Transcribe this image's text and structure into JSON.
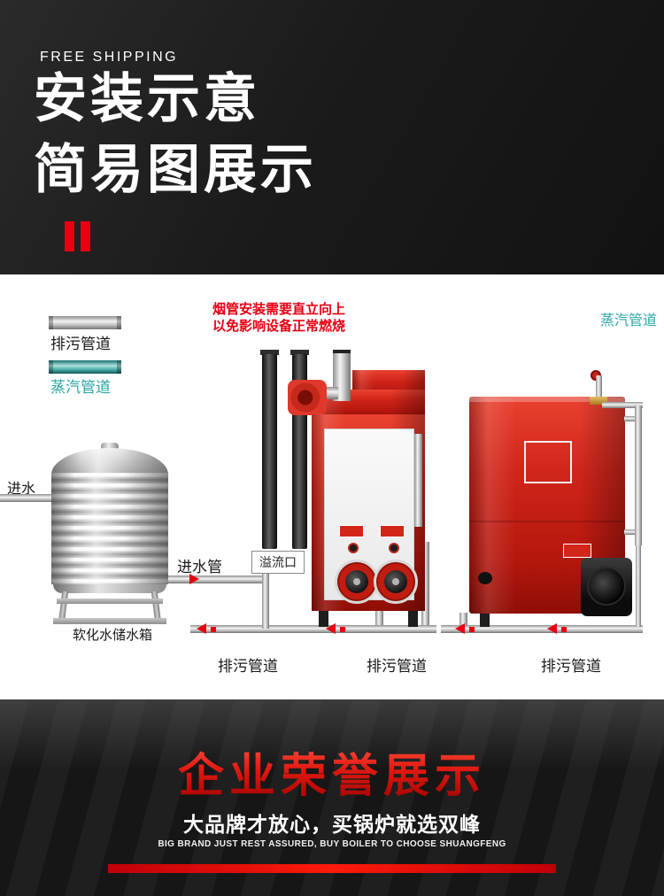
{
  "colors": {
    "accent_red": "#e60012",
    "steam_teal": "#2aa7a4",
    "boiler_red": "#d0251a",
    "pipe_silver": "#cfcfcf"
  },
  "header": {
    "eyebrow": "FREE SHIPPING",
    "title_line1": "安装示意",
    "title_line2": "简易图展示"
  },
  "legend": {
    "drain_pipe": "排污管道",
    "steam_pipe": "蒸汽管道"
  },
  "diagram": {
    "chimney_warning_line1": "烟管安装需要直立向上",
    "chimney_warning_line2": "以免影响设备正常燃烧",
    "steam_pipe_label": "蒸汽管道",
    "water_inlet_label": "进水",
    "inlet_pipe_label": "进水管",
    "overflow_port_label": "溢流口",
    "tank_label": "软化水储水箱",
    "drain_labels": [
      "排污管道",
      "排污管道",
      "排污管道"
    ]
  },
  "footer": {
    "title": "企业荣誉展示",
    "subtitle": "大品牌才放心，买锅炉就选双峰",
    "subtitle_en": "BIG BRAND JUST REST ASSURED, BUY BOILER TO CHOOSE SHUANGFENG"
  }
}
